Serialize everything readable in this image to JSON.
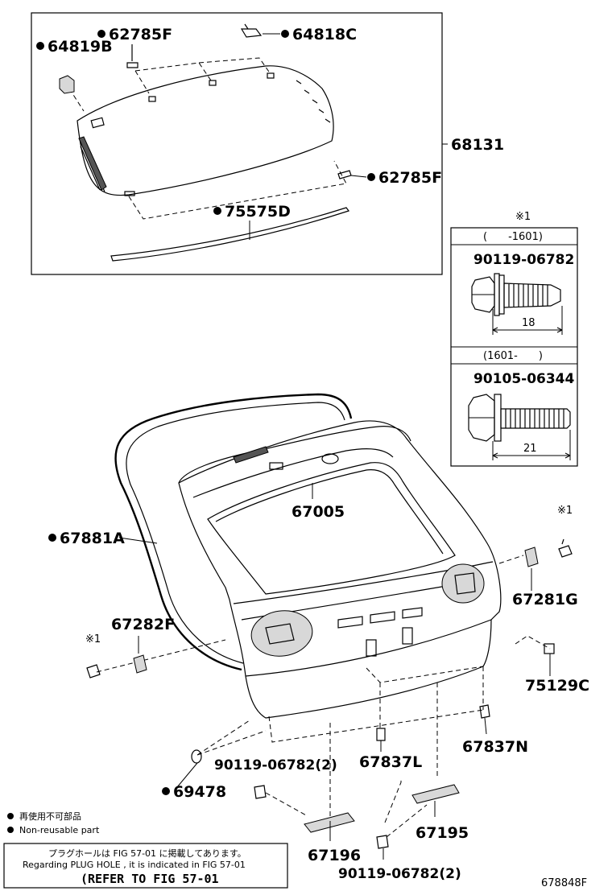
{
  "diagram_id": "678848F",
  "glass_group": {
    "assembly_part": "68131",
    "parts": {
      "hinge_cover": "64819B",
      "spacer_top": "62785F",
      "bracket": "64818C",
      "spacer_right": "62785F",
      "molding": "75575D"
    }
  },
  "bolt_table": {
    "marker": "※1",
    "rows": [
      {
        "range": "(　　-1601)",
        "part": "90119-06782",
        "length": "18"
      },
      {
        "range": "(1601-　　)",
        "part": "90105-06344",
        "length": "21"
      }
    ]
  },
  "door_group": {
    "panel": "67005",
    "weatherstrip": "67881A",
    "lock_right": "67281G",
    "lock_left": "67282F",
    "marker_right": "※1",
    "marker_left": "※1",
    "plug": "75129C",
    "cushion_right": "67837N",
    "cushion_center": "67837L",
    "grommet": "69478",
    "screw_left": "90119-06782(2)",
    "screw_bottom": "90119-06782(2)",
    "trim_left": "67196",
    "trim_right": "67195"
  },
  "legend": {
    "line_jp": "再使用不可部品",
    "line_en": "Non-reusable part"
  },
  "note_box": {
    "line_jp": "プラグホールは FIG 57-01 に掲載してあります。",
    "line_en": "Regarding  PLUG  HOLE , it is indicated in  FIG  57-01",
    "line_ref": "(REFER TO FIG 57-01"
  }
}
